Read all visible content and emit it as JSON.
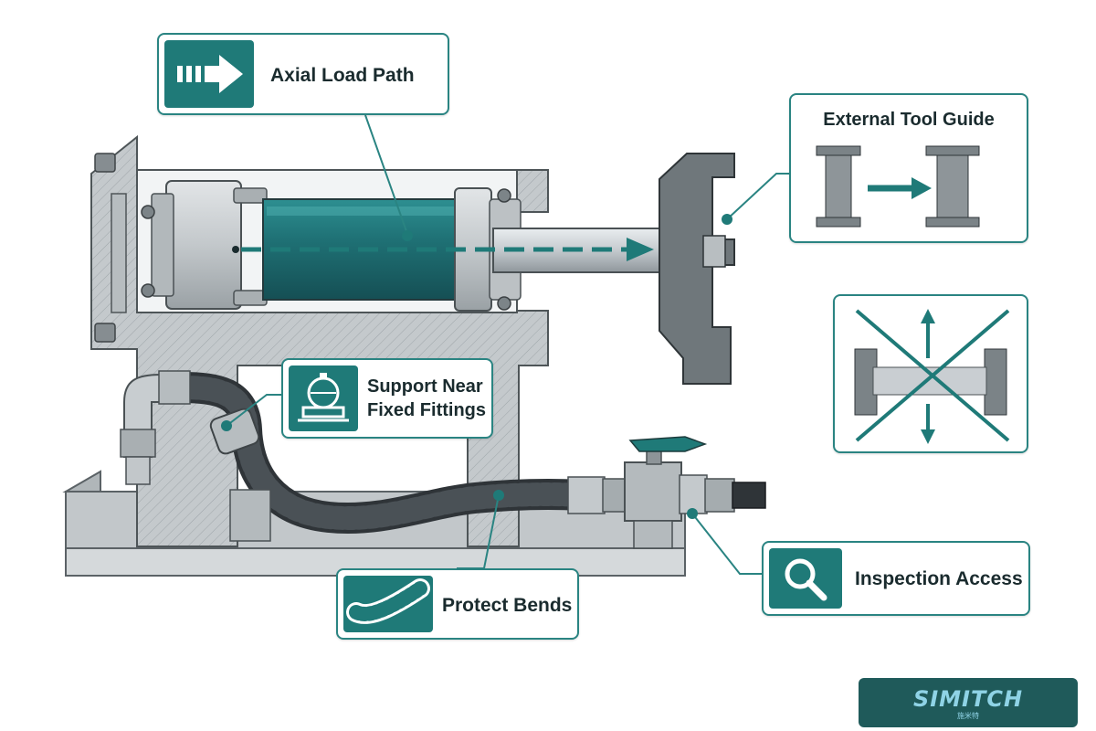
{
  "callouts": {
    "axial_load_path": "Axial Load Path",
    "external_tool_guide": "External Tool Guide",
    "support_near_fixed_fittings_line1": "Support Near",
    "support_near_fixed_fittings_line2": "Fixed Fittings",
    "protect_bends": "Protect Bends",
    "inspection_access": "Inspection Access"
  },
  "icons": {
    "axial": "arrow-right-icon",
    "guide": "guided-rod-icon",
    "side_load": "no-side-load-icon",
    "support": "pipe-clamp-icon",
    "protect": "corrugated-sleeve-icon",
    "inspect": "magnifier-icon"
  },
  "logo": {
    "wordmark": "SIMITCH",
    "sub": "施米特"
  },
  "colors": {
    "accent": "#1f7a78",
    "callout_border": "#2a8482",
    "cylinder_teal": "#1f6f74",
    "metal": "#b9bfc4",
    "hose": "#2f3438",
    "logo_bg": "#1f5a5a"
  }
}
